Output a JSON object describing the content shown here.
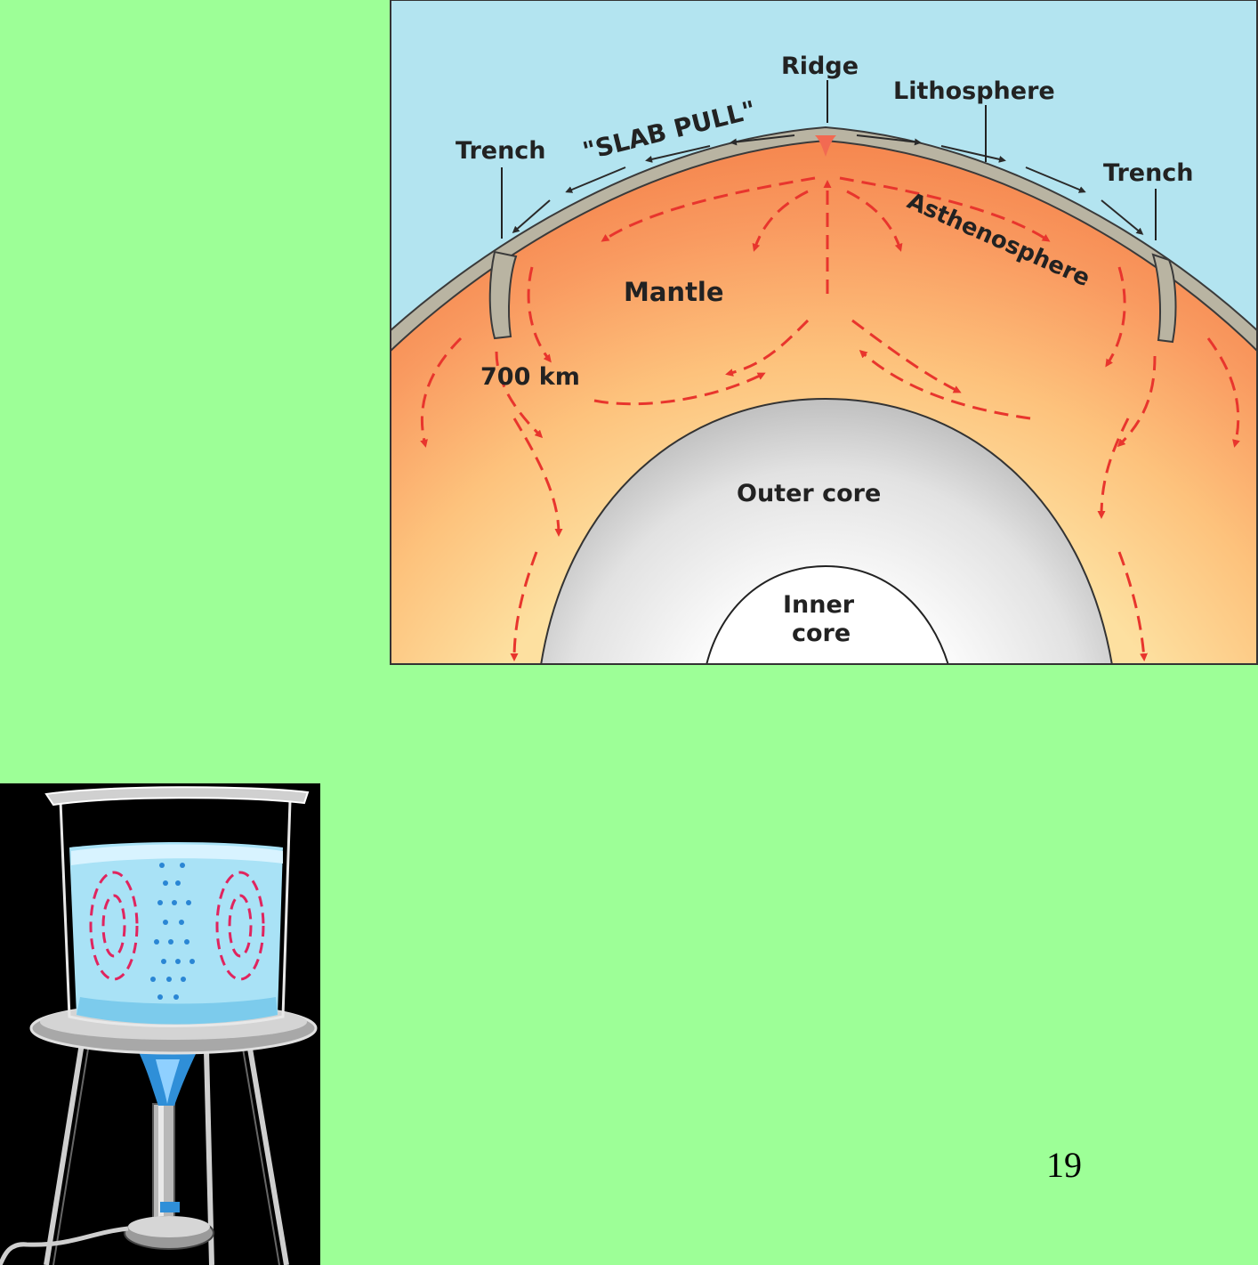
{
  "earth_diagram": {
    "labels": {
      "ridge": "Ridge",
      "lithosphere": "Lithosphere",
      "trench_left": "Trench",
      "slab_pull": "\"SLAB PULL\"",
      "trench_right": "Trench",
      "asthenosphere": "Asthenosphere",
      "mantle": "Mantle",
      "depth": "700 km",
      "outer_core": "Outer core",
      "inner_core_line1": "Inner",
      "inner_core_line2": "core"
    },
    "colors": {
      "sky": "#b3e4f0",
      "mantle_outer": "#f7905a",
      "mantle_inner": "#fdc880",
      "lithosphere": "#b9b4a2",
      "outer_core": "#c8c8c8",
      "inner_core": "#ffffff",
      "arrows": "#e8352d"
    }
  },
  "beaker_figure": {
    "colors": {
      "background": "#000000",
      "water": "#a9e2f6",
      "currents": "#e0245e",
      "flame": "#2f8fd8"
    }
  },
  "page_number": "19",
  "slide": {
    "background": "#9dff97"
  }
}
